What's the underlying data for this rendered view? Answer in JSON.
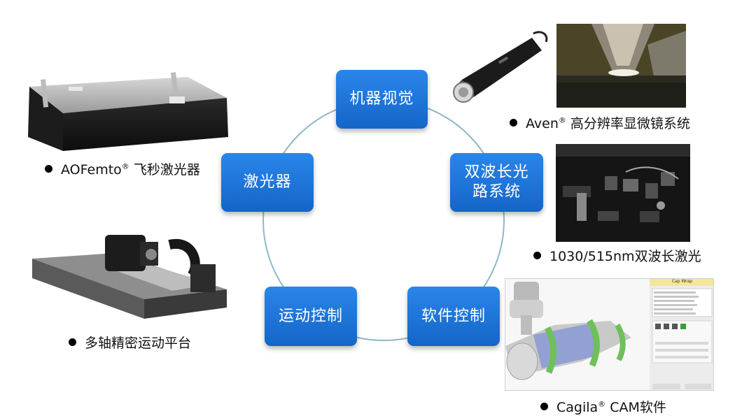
{
  "nodes": {
    "machine_vision": "机器视觉",
    "dual_wave_line1": "双波长光",
    "dual_wave_line2": "路系统",
    "software_control": "软件控制",
    "motion_control": "运动控制",
    "laser": "激光器"
  },
  "captions": {
    "aofemto_name": "AOFemto",
    "aofemto_mark": "®",
    "aofemto_text": " 飞秒激光器",
    "aven_name": "Aven",
    "aven_mark": "®",
    "aven_text": " 高分辨率显微镜系统",
    "dual_laser": "1030/515nm双波长激光",
    "stage": "多轴精密运动平台",
    "cagila_name": "Cagila",
    "cagila_mark": "®",
    "cagila_text": " CAM软件"
  },
  "software_window": {
    "title": "Cap Wrap"
  },
  "colors": {
    "node_blue": "#1f74d6",
    "ring": "#8fb7c7"
  }
}
